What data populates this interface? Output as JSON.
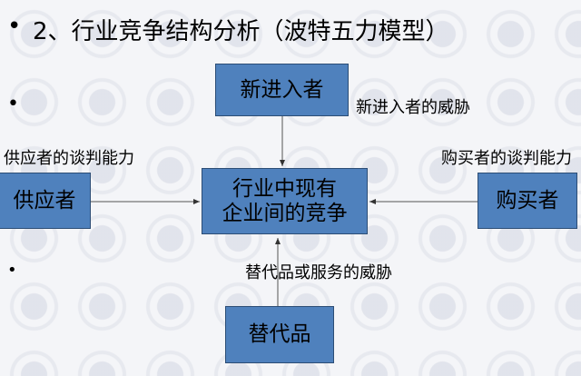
{
  "title": {
    "bullet": "•",
    "text": "2、行业竞争结构分析（波特五力模型）"
  },
  "bullets": [
    "•",
    "•"
  ],
  "boxes": {
    "entrants": "新进入者",
    "rivalry_line1": "行业中现有",
    "rivalry_line2": "企业间的竞争",
    "suppliers": "供应者",
    "buyers": "购买者",
    "substitutes": "替代品"
  },
  "labels": {
    "entrants_threat": "新进入者的威胁",
    "supplier_power": "供应者的谈判能力",
    "buyer_power": "购买者的谈判能力",
    "substitute_threat": "替代品或服务的威胁"
  },
  "colors": {
    "box_fill": "#4f81bd",
    "box_border": "#2c4d75"
  }
}
